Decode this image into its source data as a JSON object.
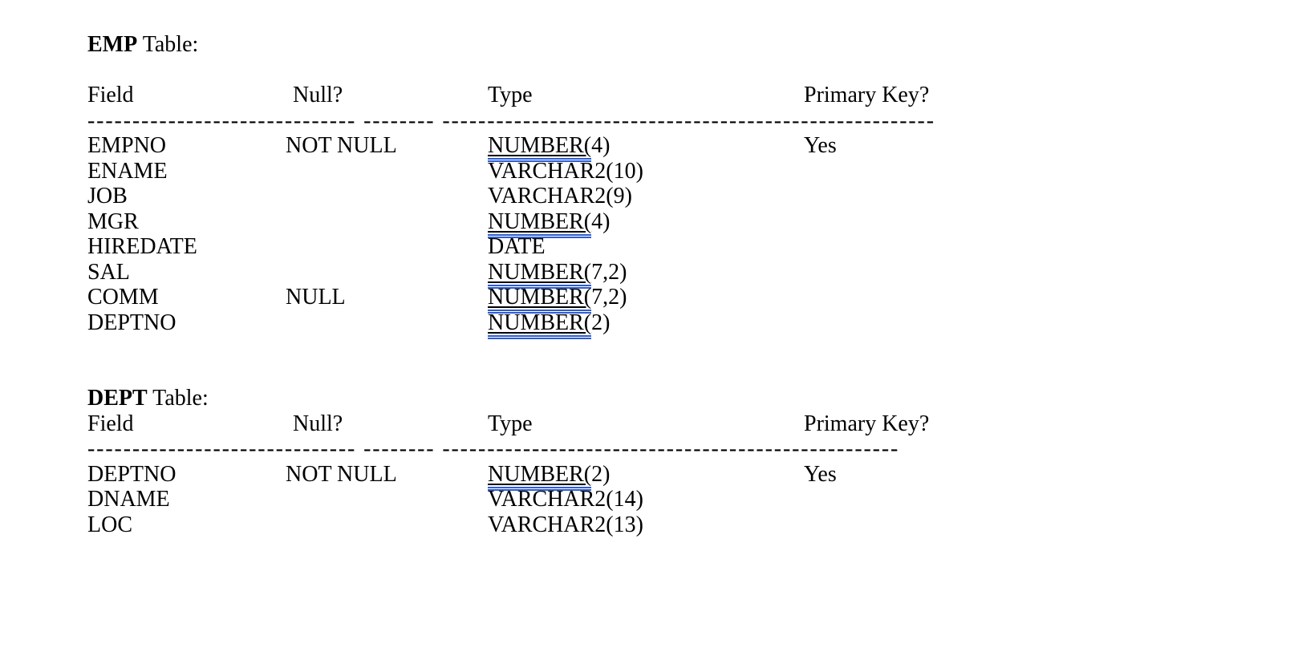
{
  "page": {
    "background_color": "#ffffff",
    "text_color": "#000000",
    "grammar_underline_color": "#2e5cd0"
  },
  "tables": [
    {
      "name": "EMP",
      "title_suffix": " Table:",
      "headers": {
        "field": "Field",
        "null": "Null?",
        "type": "Type",
        "pk": "Primary Key?"
      },
      "separator": "------------------------------ -------- -------------------------------------------------------",
      "rows": [
        {
          "field": "EMPNO",
          "null": "NOT NULL",
          "type_u": "NUMBER(",
          "type_rest": "4)",
          "pk": "Yes"
        },
        {
          "field": "ENAME",
          "null": "",
          "type_u": "",
          "type_rest": "VARCHAR2(10)",
          "pk": ""
        },
        {
          "field": "JOB",
          "null": "",
          "type_u": "",
          "type_rest": "VARCHAR2(9)",
          "pk": ""
        },
        {
          "field": "MGR",
          "null": "",
          "type_u": "NUMBER(",
          "type_rest": "4)",
          "pk": ""
        },
        {
          "field": "HIREDATE",
          "null": "",
          "type_u": "",
          "type_rest": "DATE",
          "pk": ""
        },
        {
          "field": "SAL",
          "null": "",
          "type_u": "NUMBER(",
          "type_rest": "7,2)",
          "pk": ""
        },
        {
          "field": "COMM",
          "null": "NULL",
          "type_u": "NUMBER(",
          "type_rest": "7,2)",
          "pk": ""
        },
        {
          "field": "DEPTNO",
          "null": "",
          "type_u": "NUMBER(",
          "type_rest": "2)",
          "pk": ""
        }
      ]
    },
    {
      "name": "DEPT",
      "title_suffix": " Table:",
      "headers": {
        "field": "Field",
        "null": "Null?",
        "type": "Type",
        "pk": "Primary Key?"
      },
      "separator": "------------------------------ -------- ---------------------------------------------------",
      "rows": [
        {
          "field": "DEPTNO",
          "null": "NOT NULL",
          "type_u": "NUMBER(",
          "type_rest": "2)",
          "pk": "Yes"
        },
        {
          "field": "DNAME",
          "null": "",
          "type_u": "",
          "type_rest": "VARCHAR2(14)",
          "pk": ""
        },
        {
          "field": "LOC",
          "null": "",
          "type_u": "",
          "type_rest": "VARCHAR2(13)",
          "pk": ""
        }
      ]
    }
  ]
}
